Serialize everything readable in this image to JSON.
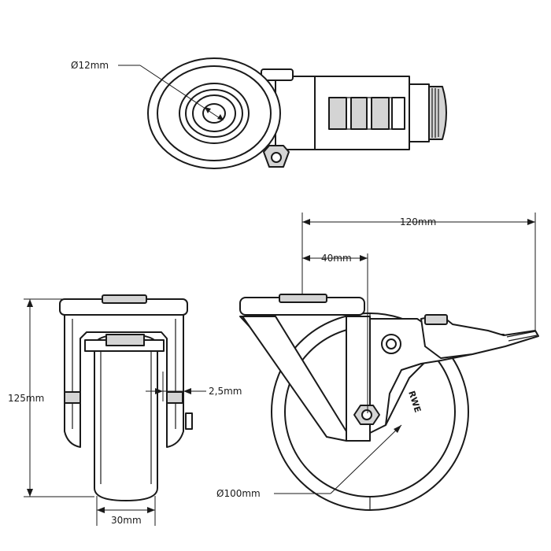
{
  "dimensions": {
    "axle_diameter": "Ø12mm",
    "total_width": "120mm",
    "offset": "40mm",
    "height": "125mm",
    "gap": "2,5mm",
    "wheel_width": "30mm",
    "wheel_diameter": "Ø100mm"
  },
  "brand_label": "RWE"
}
